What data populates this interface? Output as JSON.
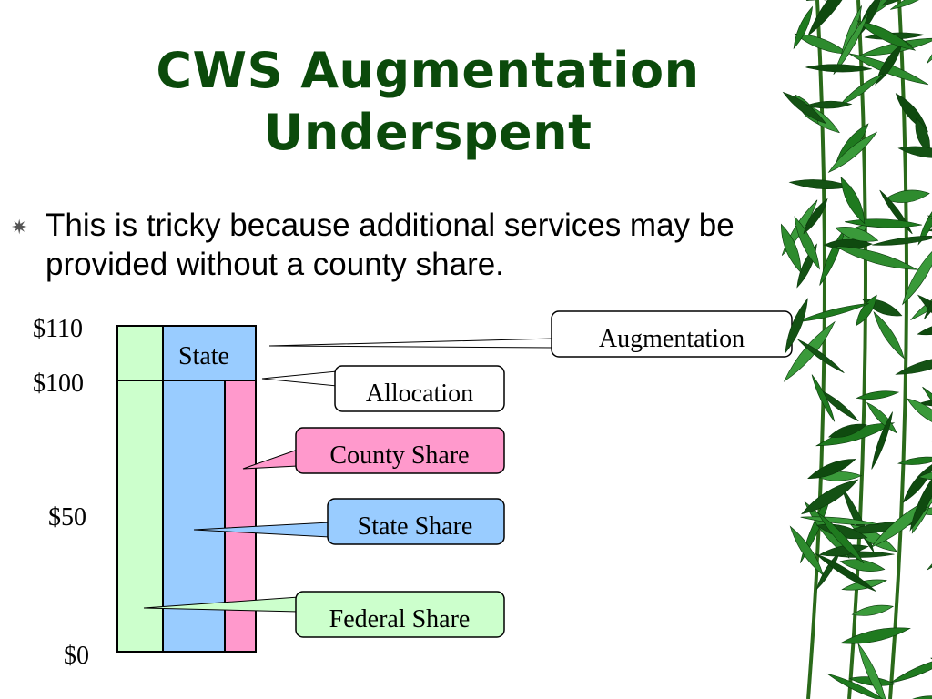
{
  "slide": {
    "title_line1": "CWS Augmentation",
    "title_line2": "Underspent",
    "bullet_text": "This is tricky because additional services may be provided without a county share."
  },
  "diagram": {
    "axis_labels": [
      "$110",
      "$100",
      "$50",
      "$0"
    ],
    "column_label": "State",
    "callouts": {
      "augmentation": "Augmentation",
      "allocation": "Allocation",
      "county_share": "County Share",
      "state_share": "State Share",
      "federal_share": "Federal Share"
    }
  },
  "colors": {
    "title": "#0b4a0b",
    "federal": "#ccffcc",
    "state": "#99ccff",
    "county": "#ff99cc",
    "bamboo": "#1f7a1f"
  }
}
